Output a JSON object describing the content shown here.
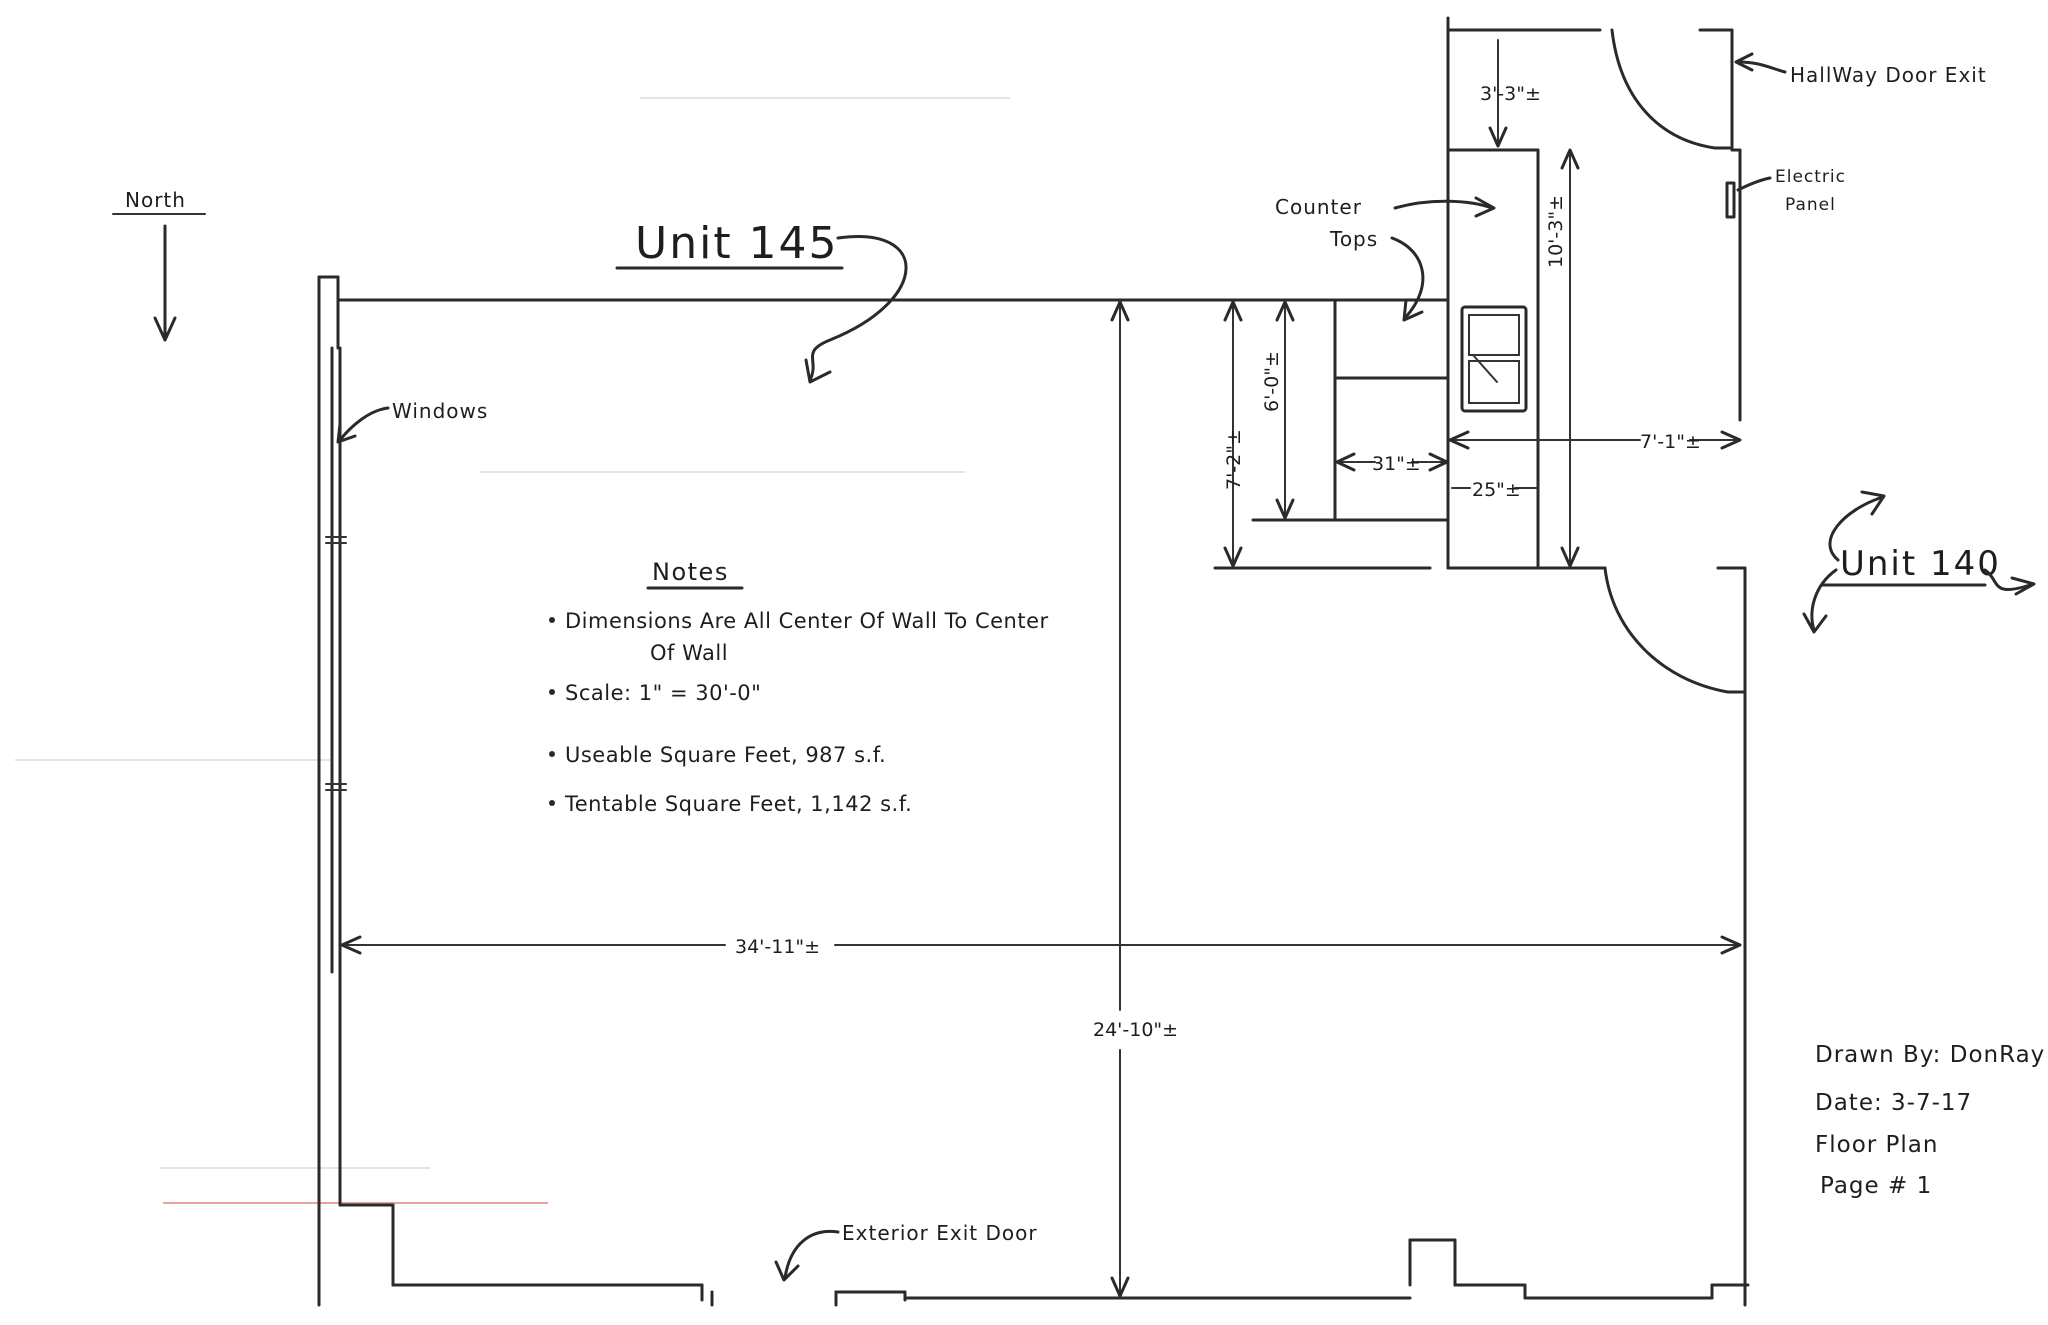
{
  "compass": {
    "label": "North"
  },
  "units": {
    "main": "Unit 145",
    "adjacent": "Unit 140"
  },
  "labels": {
    "windows": "Windows",
    "counter_tops_line1": "Counter",
    "counter_tops_line2": "Tops",
    "hallway_door_exit": "HallWay Door Exit",
    "electric_panel_line1": "Electric",
    "electric_panel_line2": "Panel",
    "exterior_exit_door": "Exterior Exit Door"
  },
  "dimensions": {
    "hall_depth": "3'-3\"±",
    "counter_height": "10'-3\"±",
    "kitchen_depth_inner": "6'-0\"±",
    "kitchen_depth_outer": "7'-2\"±",
    "counter_gap": "31\"±",
    "counter_width": "25\"±",
    "hall_width": "7'-1\"±",
    "overall_width": "34'-11\"±",
    "overall_depth": "24'-10\"±"
  },
  "notes": {
    "title": "Notes",
    "items": [
      "Dimensions Are All Center Of Wall To Center",
      "Of Wall",
      "Scale: 1\" = 30'-0\"",
      "Useable Square Feet, 987 s.f.",
      "Tentable Square Feet, 1,142 s.f."
    ]
  },
  "title_block": {
    "drawn_by": "Drawn By: DonRay",
    "date": "Date: 3-7-17",
    "sheet": "Floor Plan",
    "page": "Page # 1"
  }
}
